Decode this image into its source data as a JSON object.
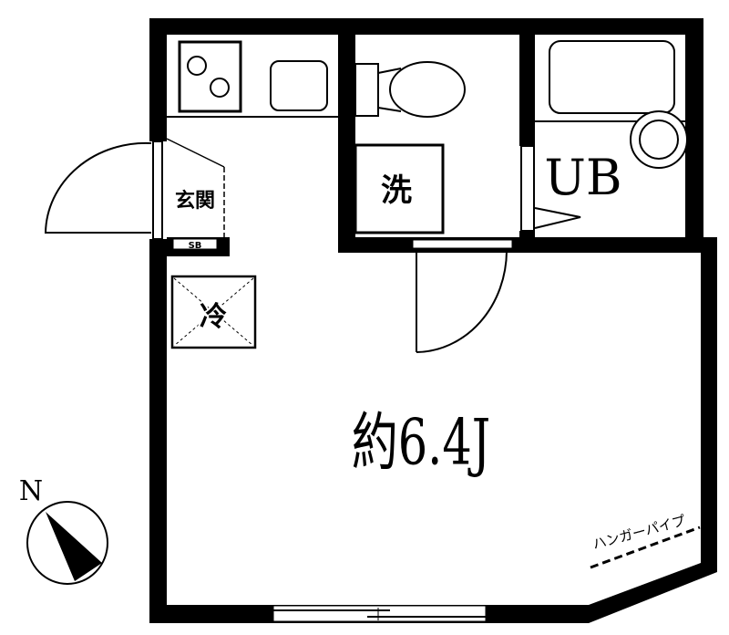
{
  "floor_plan": {
    "rooms": {
      "main_room": "約6.4J",
      "entrance": "玄関",
      "unit_bath": "UB",
      "washer": "洗",
      "fridge": "冷",
      "shoe_box": "SB",
      "hanger_pipe": "ハンガーパイプ"
    },
    "compass": {
      "north_label": "N"
    },
    "colors": {
      "wall": "#000000",
      "background": "#ffffff"
    }
  }
}
